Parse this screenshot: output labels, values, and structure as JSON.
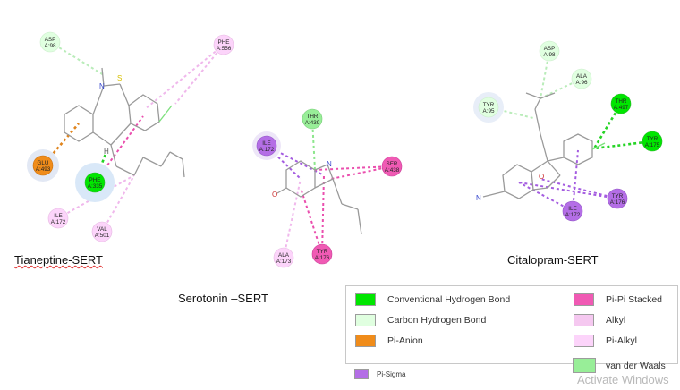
{
  "panels": {
    "tianeptine": {
      "title": "Tianeptine-SERT",
      "residues": [
        {
          "id": "asp98",
          "line1": "ASP",
          "line2": "A:98"
        },
        {
          "id": "phe556",
          "line1": "PHE",
          "line2": "A:556"
        },
        {
          "id": "glu493",
          "line1": "GLU",
          "line2": "A:493"
        },
        {
          "id": "phe335",
          "line1": "PHE",
          "line2": "A:335"
        },
        {
          "id": "ile172",
          "line1": "ILE",
          "line2": "A:172"
        },
        {
          "id": "val501",
          "line1": "VAL",
          "line2": "A:501"
        }
      ]
    },
    "serotonin": {
      "title": "Serotonin –SERT",
      "residues": [
        {
          "id": "thr439",
          "line1": "THR",
          "line2": "A:439"
        },
        {
          "id": "ile172",
          "line1": "ILE",
          "line2": "A:172"
        },
        {
          "id": "ser438",
          "line1": "SER",
          "line2": "A:438"
        },
        {
          "id": "ala173",
          "line1": "ALA",
          "line2": "A:173"
        },
        {
          "id": "tyr176",
          "line1": "TYR",
          "line2": "A:176"
        }
      ]
    },
    "citalopram": {
      "title": "Citalopram-SERT",
      "residues": [
        {
          "id": "asp98",
          "line1": "ASP",
          "line2": "A:98"
        },
        {
          "id": "ala96",
          "line1": "ALA",
          "line2": "A:96"
        },
        {
          "id": "tyr95",
          "line1": "TYR",
          "line2": "A:95"
        },
        {
          "id": "thr497",
          "line1": "THR",
          "line2": "A:497"
        },
        {
          "id": "tyr175",
          "line1": "TYR",
          "line2": "A:175"
        },
        {
          "id": "tyr176",
          "line1": "TYR",
          "line2": "A:176"
        },
        {
          "id": "ile172",
          "line1": "ILE",
          "line2": "A:172"
        }
      ]
    }
  },
  "legend": {
    "conventional_hbond": {
      "label": "Conventional Hydrogen Bond",
      "color": "#00e600"
    },
    "carbon_hbond": {
      "label": "Carbon Hydrogen Bond",
      "color": "#e0ffe0"
    },
    "pi_anion": {
      "label": "Pi-Anion",
      "color": "#f08c1a"
    },
    "pi_pi_stacked": {
      "label": "Pi-Pi Stacked",
      "color": "#f05ab4"
    },
    "alkyl": {
      "label": "Alkyl",
      "color": "#f5c8f0"
    },
    "pi_alkyl": {
      "label": "Pi-Alkyl",
      "color": "#fcd4fa"
    },
    "pi_sigma": {
      "label": "Pi-Sigma",
      "color": "#b46ee6"
    },
    "vdw": {
      "label": "van der Waals",
      "color": "#98ee98"
    }
  },
  "atom_labels": {
    "sulfur": "S",
    "nitrogen": "N",
    "hydrogen": "H",
    "oxygen": "O"
  },
  "watermark": "Activate Windows"
}
